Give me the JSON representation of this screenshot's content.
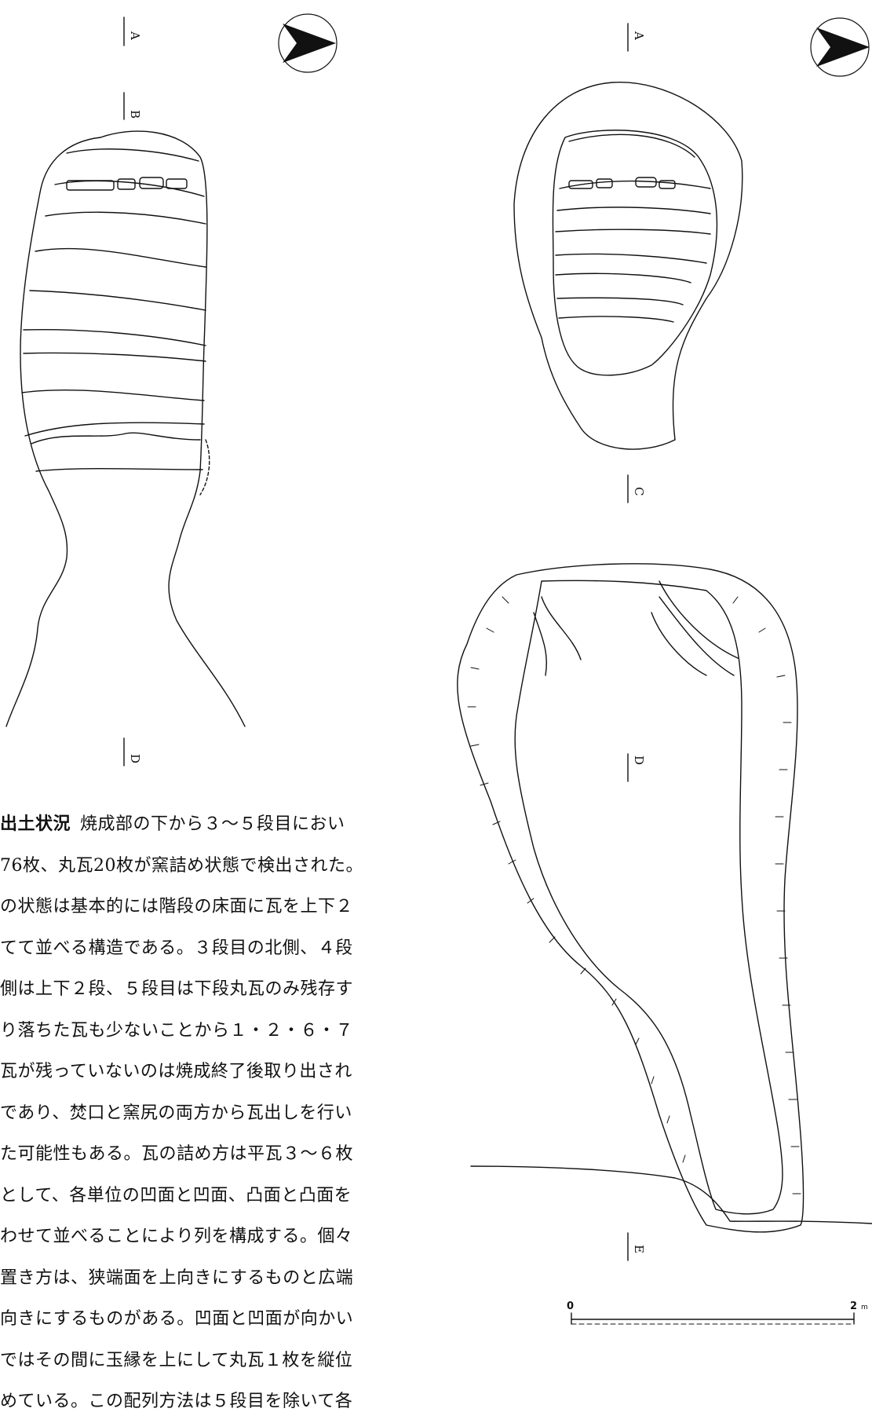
{
  "labels": {
    "left_a": "A",
    "left_b": "B",
    "left_d": "D",
    "right_a": "A",
    "right_c": "C",
    "right_d": "D",
    "right_e": "E"
  },
  "scale": {
    "start": "0",
    "end": "2",
    "unit": "m"
  },
  "text": {
    "heading": "出土状況",
    "lines": [
      "焼成部の下から３～５段目におい",
      "76枚、丸瓦20枚が窯詰め状態で検出された。",
      "の状態は基本的には階段の床面に瓦を上下２",
      "てて並べる構造である。３段目の北側、４段",
      "側は上下２段、５段目は下段丸瓦のみ残存す",
      "り落ちた瓦も少ないことから１・２・６・７",
      "瓦が残っていないのは焼成終了後取り出され",
      "であり、焚口と窯尻の両方から瓦出しを行い",
      "た可能性もある。瓦の詰め方は平瓦３～６枚",
      "として、各単位の凹面と凹面、凸面と凸面を",
      "わせて並べることにより列を構成する。個々",
      "置き方は、狭端面を上向きにするものと広端",
      "向きにするものがある。凹面と凹面が向かい",
      "ではその間に玉縁を上にして丸瓦１枚を縦位",
      "めている。この配列方法は５段目を除いて各"
    ]
  }
}
